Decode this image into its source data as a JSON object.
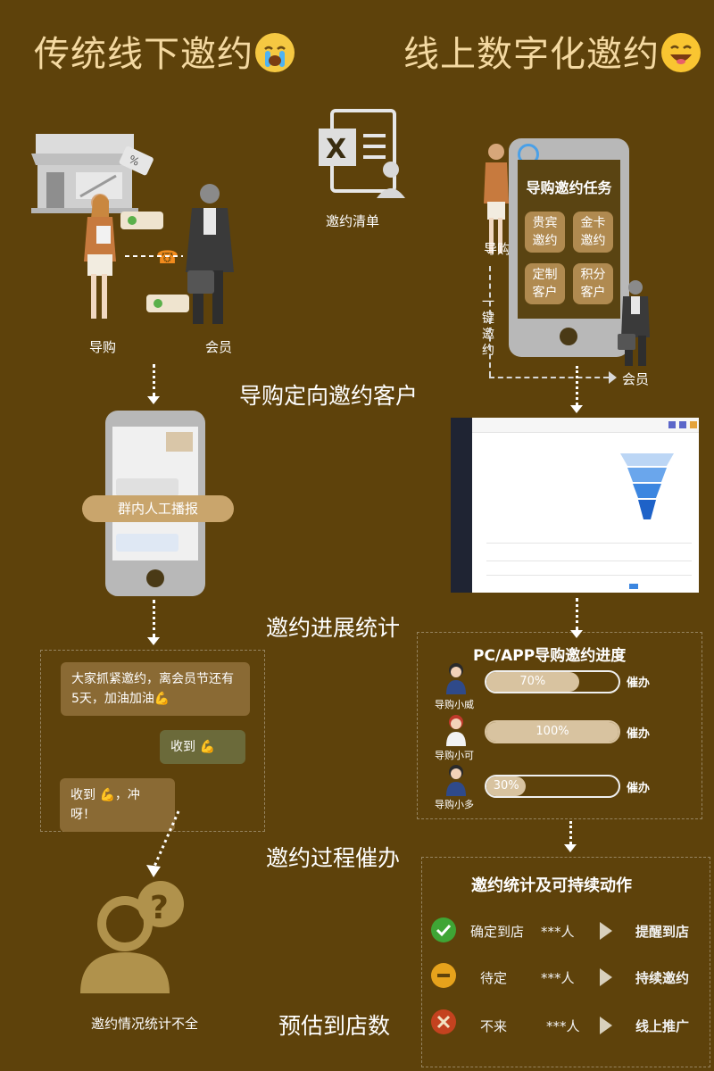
{
  "left_title": "传统线下邀约",
  "right_title": "线上数字化邀约",
  "steps": {
    "s1": "导购定向邀约客户",
    "s2": "邀约进展统计",
    "s3": "邀约过程催办",
    "s4": "预估到店数"
  },
  "left": {
    "guide_label": "导购",
    "member_label": "会员",
    "phone_banner": "群内人工播报",
    "chat": {
      "msg1": "大家抓紧邀约，离会员节还有5天，加油加油💪",
      "msg2": "收到 💪",
      "msg3": "收到 💪，冲呀！"
    },
    "bottom_label": "邀约情况统计不全"
  },
  "center": {
    "list_label": "邀约清单"
  },
  "right": {
    "guide_label": "导购",
    "one_click_label": "一键邀约",
    "member_label": "会员",
    "phone_title": "导购邀约任务",
    "tiles": [
      "贵宾邀约",
      "金卡邀约",
      "定制客户",
      "积分客户"
    ],
    "progress": {
      "title": "PC/APP导购邀约进度",
      "rows": [
        {
          "name": "导购小威",
          "percent_label": "70%",
          "value": 70,
          "action": "催办"
        },
        {
          "name": "导购小可",
          "percent_label": "100%",
          "value": 100,
          "action": "催办"
        },
        {
          "name": "导购小多",
          "percent_label": "30%",
          "value": 30,
          "action": "催办"
        }
      ]
    },
    "stats": {
      "title": "邀约统计及可持续动作",
      "rows": [
        {
          "status": "确定到店",
          "count": "***人",
          "action": "提醒到店",
          "color": "#3fa535"
        },
        {
          "status": "待定",
          "count": "***人",
          "action": "持续邀约",
          "color": "#e6a21c"
        },
        {
          "status": "不来",
          "count": "***人",
          "action": "线上推广",
          "color": "#c4421f"
        }
      ]
    }
  },
  "colors": {
    "background": "#5e420b",
    "title": "#f4d9a2",
    "gold": "#c9a56c"
  }
}
